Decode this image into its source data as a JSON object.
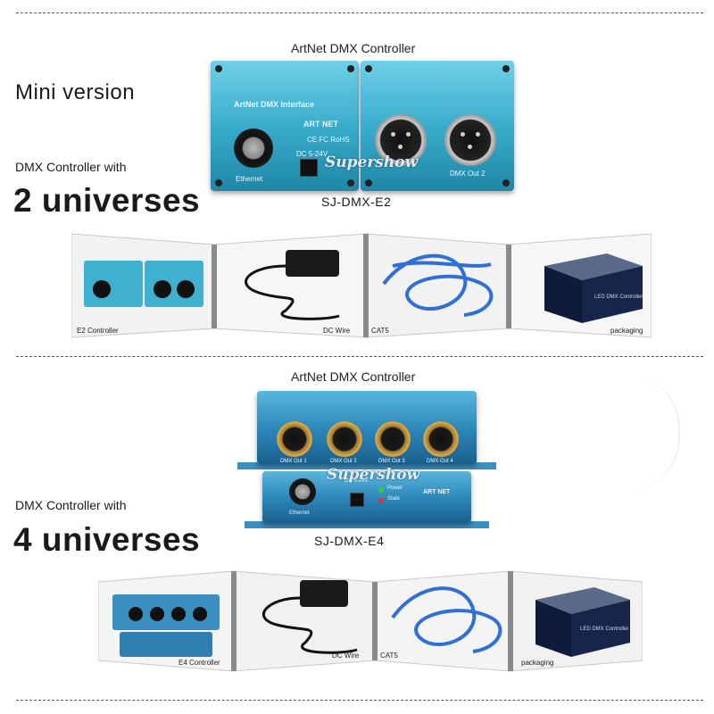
{
  "section_mini": {
    "caption": "ArtNet DMX Controller",
    "heading": "Mini version",
    "subtitle": "DMX Controller with",
    "universes": "2 universes",
    "model": "SJ-DMX-E2",
    "product_labels": {
      "interface": "ArtNet DMX Interface",
      "dc": "DC 5-24V",
      "ethernet": "Ethernet",
      "dmx_out": "DMX Out 2",
      "cert": "CE FC RoHS",
      "logo": "ART NET"
    },
    "accessories": [
      "E2 Controller",
      "DC Wire",
      "CAT5",
      "packaging"
    ]
  },
  "section_e4": {
    "caption": "ArtNet DMX Controller",
    "subtitle": "DMX Controller with",
    "universes": "4 universes",
    "model": "SJ-DMX-E4",
    "product_labels": {
      "out1": "DMX Out 1",
      "out2": "DMX Out 2",
      "out3": "DMX Out 3",
      "out4": "DMX Out 4",
      "dc": "DC 5-24V",
      "ethernet": "Ethernet",
      "power": "Power",
      "state": "State",
      "logo": "ART NET"
    },
    "accessories": [
      "E4 Controller",
      "DC Wire",
      "CAT5",
      "packaging"
    ]
  },
  "watermark": "Supershow",
  "packaging_text": "LED DMX Controller",
  "colors": {
    "aluminium_light": "#4fbfdc",
    "aluminium_dark": "#2a85b8",
    "cable_blue": "#2f6fd6",
    "divider": "#555555"
  }
}
